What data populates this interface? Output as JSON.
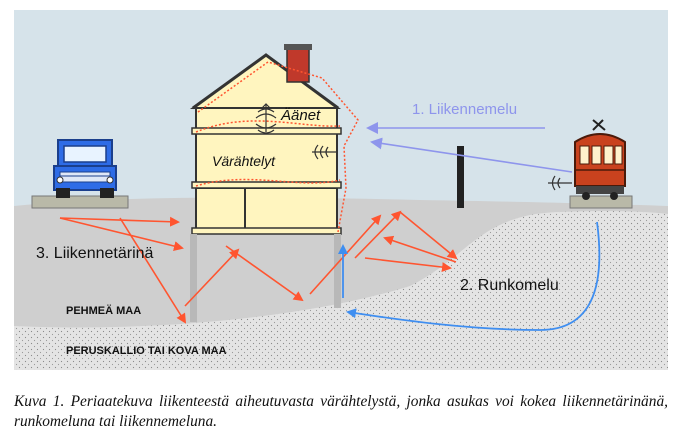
{
  "labels": {
    "sounds": "Äänet",
    "vibrations": "Värähtelyt",
    "traffic_noise": "1. Liikennemelu",
    "structure_noise": "2. Runkomelu",
    "traffic_vibration": "3. Liikennetärinä",
    "soft_ground": "PEHMEÄ MAA",
    "bedrock": "PERUSKALLIO TAI KOVA MAA"
  },
  "caption": "Kuva 1. Periaatekuva liikenteestä aiheutuvasta värähtelystä, jonka asukas voi kokea liikennetärinänä, runkomeluna tai liikennemeluna.",
  "colors": {
    "sky": "#d6e3ea",
    "soft_ground": "#cfcfcf",
    "hard_ground": "#e4e4e4",
    "house_wall": "#fff5bf",
    "vibration_arrow": "#ff5530",
    "structure_arrow": "#3f8ef0",
    "noise_arrow": "#8e95ec",
    "truck": "#2e6ce6",
    "tram": "#c9421e",
    "chimney": "#c0392b"
  },
  "icons": [
    "truck-icon",
    "tram-icon",
    "chimney-icon",
    "sound-wave-icon"
  ]
}
